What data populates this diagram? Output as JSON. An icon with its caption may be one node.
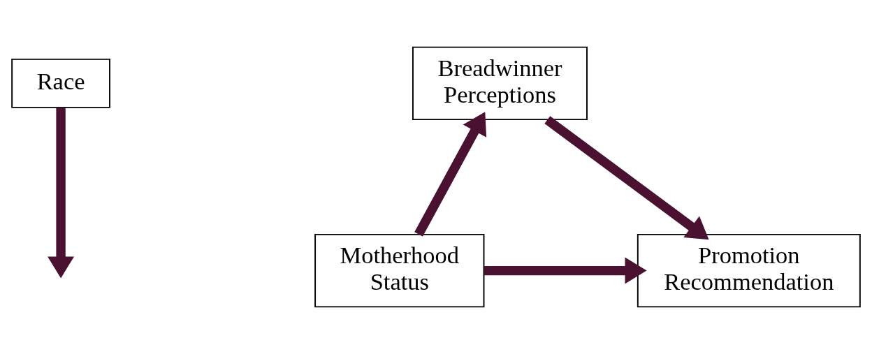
{
  "diagram": {
    "nodes": [
      {
        "text": [
          "Race"
        ]
      },
      {
        "text": [
          "Breadwinner Perceptions"
        ]
      },
      {
        "text": [
          "Motherhood Status"
        ]
      },
      {
        "text": [
          "Promotion Recommendation"
        ]
      }
    ],
    "edges": [
      {
        "from": 0,
        "to": null,
        "arrow": "to"
      },
      {
        "from": 2,
        "to": 1,
        "arrow": "to"
      },
      {
        "from": 1,
        "to": 3,
        "arrow": "to"
      },
      {
        "from": 2,
        "to": 3,
        "arrow": "to"
      }
    ]
  }
}
